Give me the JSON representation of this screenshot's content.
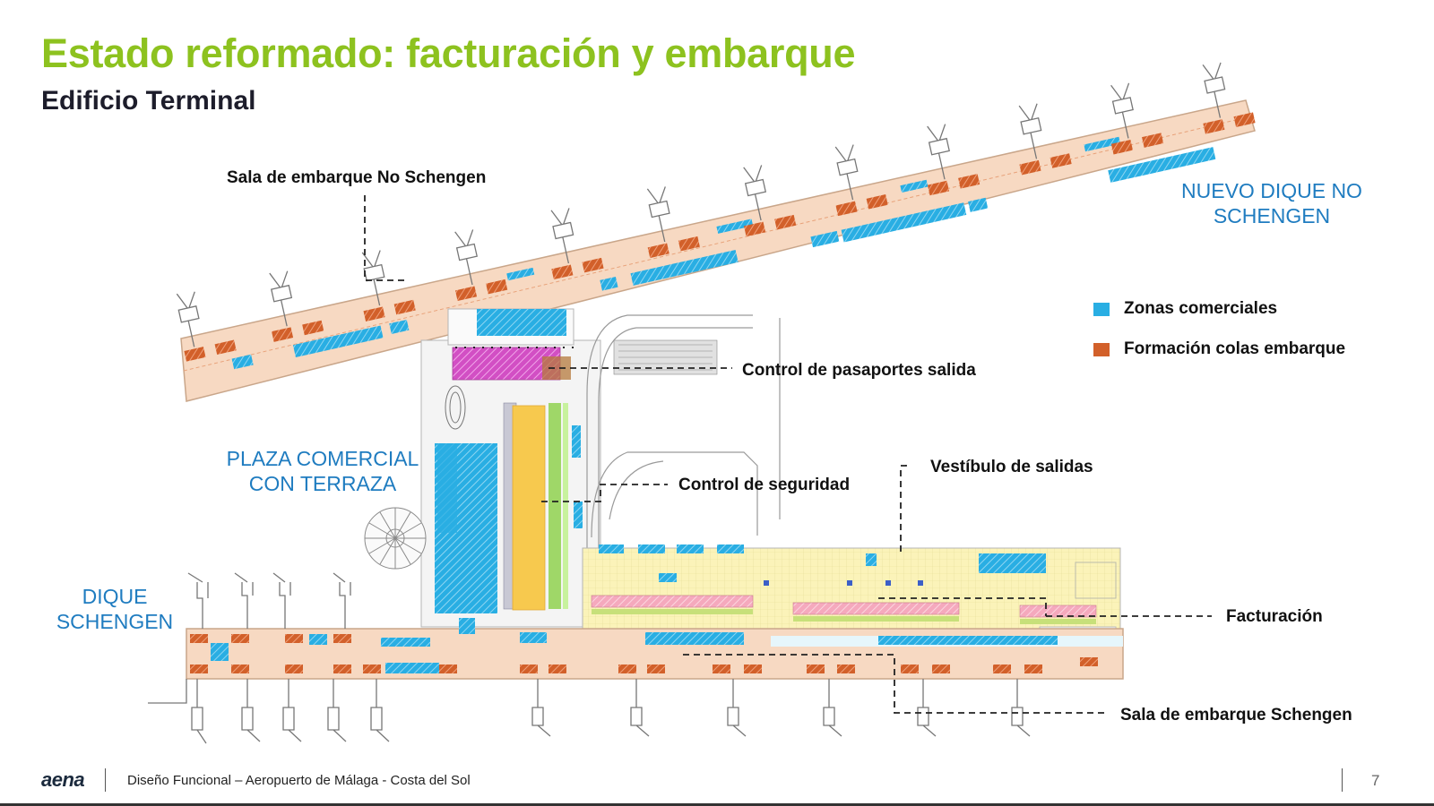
{
  "slide": {
    "title": "Estado reformado: facturación y embarque",
    "subtitle": "Edificio Terminal"
  },
  "callouts": {
    "sala_no_schengen": "Sala de embarque No Schengen",
    "control_pasaportes": "Control de pasaportes salida",
    "control_seguridad": "Control de seguridad",
    "vestibulo": "Vestíbulo de salidas",
    "facturacion": "Facturación",
    "sala_schengen": "Sala de embarque Schengen"
  },
  "zones": {
    "nuevo_dique_line1": "NUEVO DIQUE NO",
    "nuevo_dique_line2": "SCHENGEN",
    "plaza_line1": "PLAZA COMERCIAL",
    "plaza_line2": "CON TERRAZA",
    "dique_line1": "DIQUE",
    "dique_line2": "SCHENGEN"
  },
  "legend": {
    "items": [
      {
        "label": "Zonas comerciales",
        "color": "#29aee3"
      },
      {
        "label": "Formación colas embarque",
        "color": "#d2602a"
      }
    ]
  },
  "footer": {
    "logo": "aena",
    "text": "Diseño Funcional – Aeropuerto de Málaga - Costa del Sol",
    "page": "7"
  },
  "colors": {
    "title_green": "#8dc21f",
    "zone_blue": "#1f7cc0",
    "pier_fill": "#f7d9c2",
    "commercial": "#29aee3",
    "queue": "#d2602a",
    "checkin_pink": "#f5a9bd",
    "passport_magenta": "#d24fc4",
    "security_yellow": "#f7c94e",
    "security_green": "#8fd14f"
  }
}
